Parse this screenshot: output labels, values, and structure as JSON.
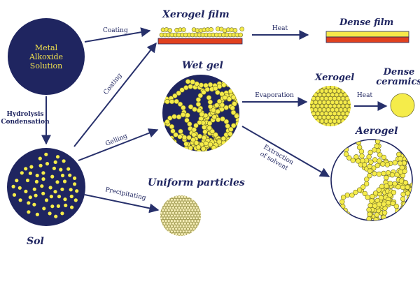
{
  "colors": {
    "navy": "#1f2560",
    "particle": "#f5ec4a",
    "particle_stroke": "#6d6a2a",
    "film_red": "#e0411f",
    "film_yellow": "#f7e84a",
    "arrow": "#27306b"
  },
  "nodes": {
    "solution": [
      "Metal",
      "Alkoxide",
      "Solution"
    ],
    "xerogel_film": "Xerogel film",
    "dense_film": "Dense film",
    "wet_gel": "Wet gel",
    "xerogel": "Xerogel",
    "dense_ceramics": [
      "Dense",
      "ceramics"
    ],
    "aerogel": "Aerogel",
    "sol": "Sol",
    "uniform_particles": "Uniform particles"
  },
  "edges": {
    "coating_top": "Coating",
    "coating_diag": "Coating",
    "heat_film": "Heat",
    "hydrolysis": [
      "Hydrolysis",
      "Condensation"
    ],
    "gelling": "Gelling",
    "evaporation": "Evaporation",
    "heat_ceramics": "Heat",
    "extraction": [
      "Extraction",
      "of solvent"
    ],
    "precipitating": "Precipitating"
  }
}
